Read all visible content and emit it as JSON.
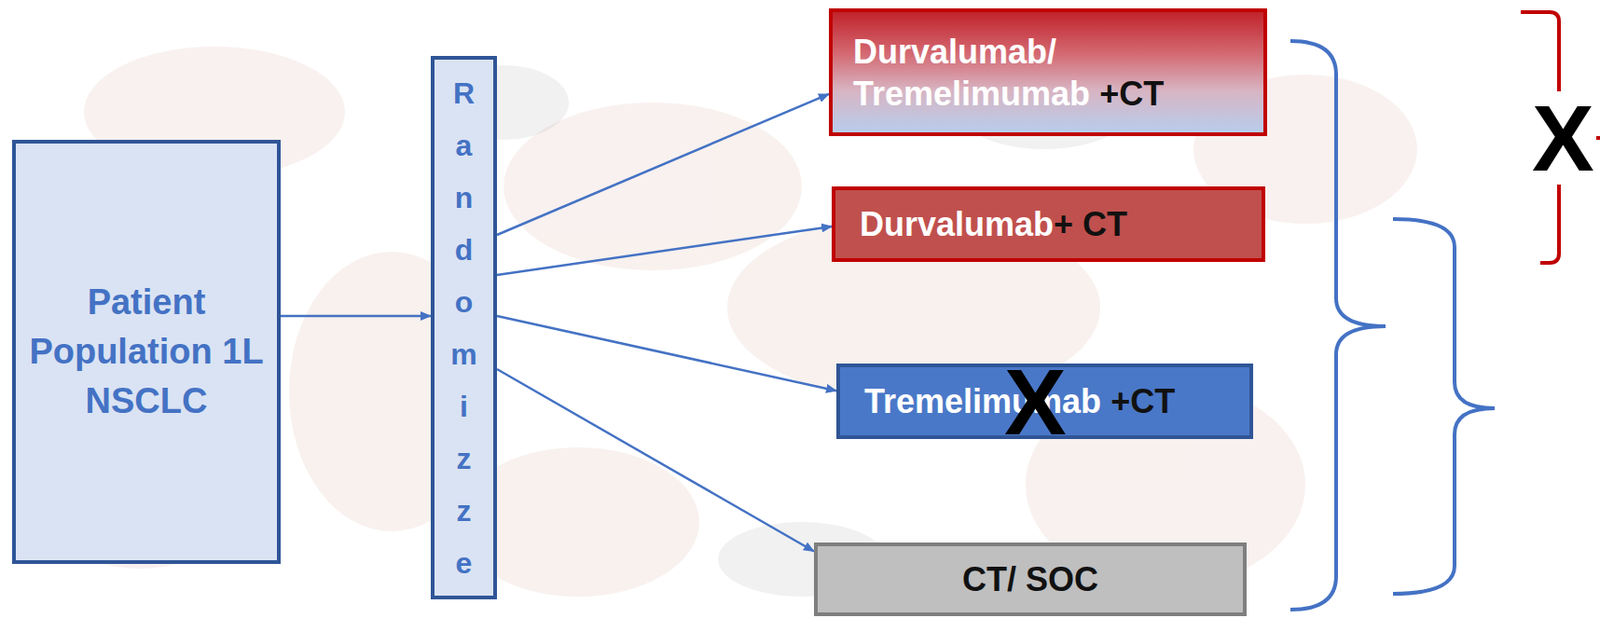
{
  "diagram": {
    "nodes": [
      {
        "text": [
          "Patient Population 1L NSCLC"
        ]
      },
      {
        "text": [
          "Randomizze"
        ]
      },
      {
        "text": [
          "Durvalumab/ Tremelimumab",
          "+CT"
        ]
      },
      {
        "text": [
          "Durvalumab",
          "+ CT"
        ]
      },
      {
        "text": [
          "Tremelimumab",
          "+CT"
        ]
      },
      {
        "text": [
          "CT/ SOC"
        ]
      }
    ],
    "edges": [
      {
        "from": 0,
        "to": 1,
        "arrow": "to"
      },
      {
        "from": 1,
        "to": 2,
        "arrow": "to"
      },
      {
        "from": 1,
        "to": 3,
        "arrow": "to"
      },
      {
        "from": 1,
        "to": 4,
        "arrow": "to"
      },
      {
        "from": 1,
        "to": 5,
        "arrow": "to"
      }
    ],
    "labels": [
      "X",
      "X"
    ]
  }
}
